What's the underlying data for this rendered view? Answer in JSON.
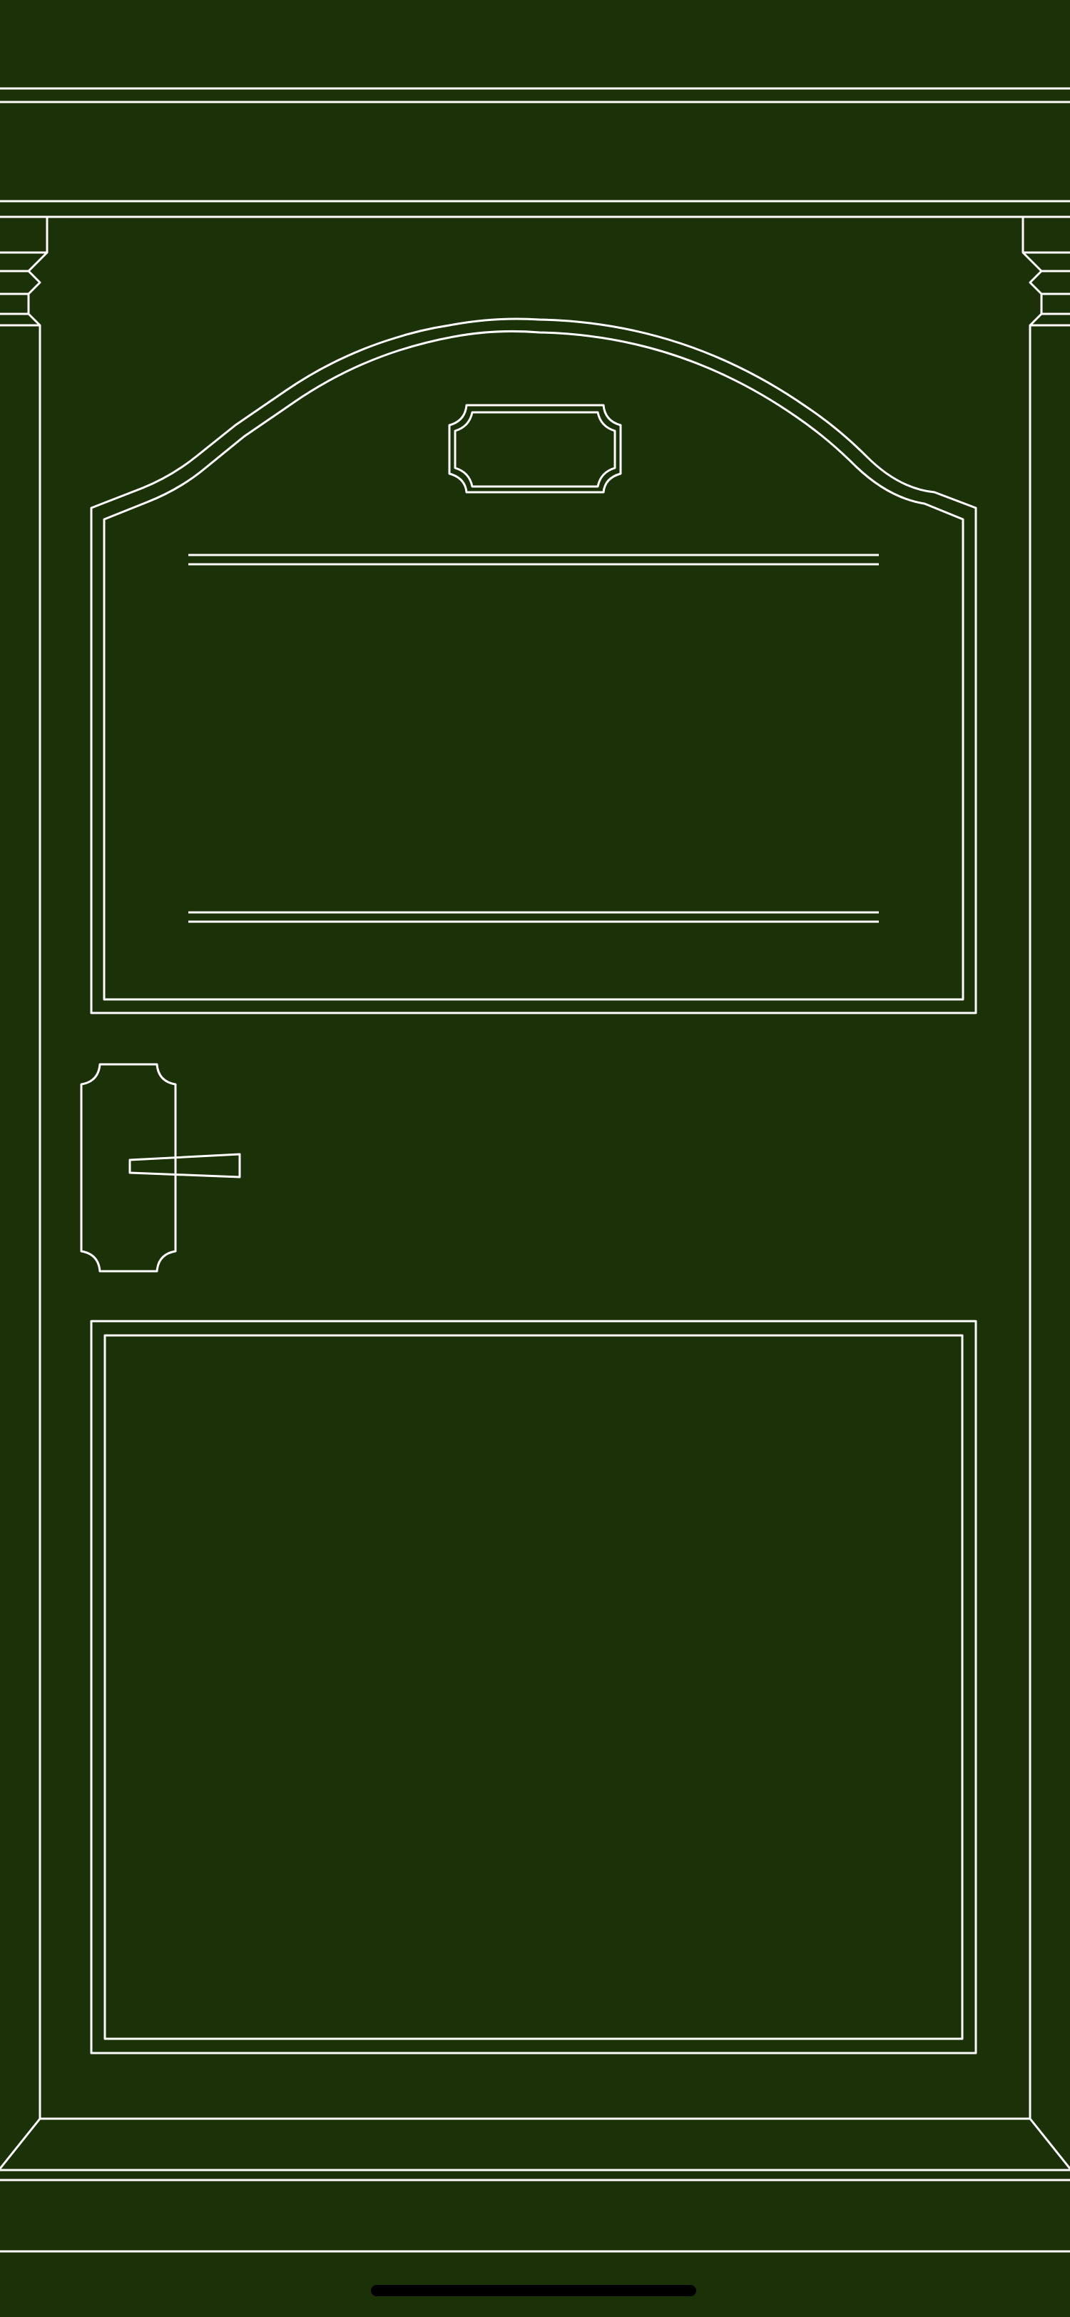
{
  "scene": {
    "subject": "door-front-elevation",
    "background_color": "#1b3107",
    "line_color": "#ffffff",
    "home_indicator_color": "#000000"
  },
  "elements": [
    {
      "name": "header-band",
      "icon": "door-header-icon"
    },
    {
      "name": "cornice",
      "icon": "cornice-icon"
    },
    {
      "name": "left-bracket",
      "icon": "bracket-icon"
    },
    {
      "name": "right-bracket",
      "icon": "bracket-icon"
    },
    {
      "name": "door-frame",
      "icon": "door-frame-icon"
    },
    {
      "name": "upper-arched-panel",
      "icon": "arched-panel-icon"
    },
    {
      "name": "nameplate",
      "icon": "nameplate-icon"
    },
    {
      "name": "door-handle",
      "icon": "door-handle-icon"
    },
    {
      "name": "lower-panel",
      "icon": "panel-icon"
    },
    {
      "name": "door-threshold",
      "icon": "threshold-icon"
    },
    {
      "name": "home-indicator",
      "icon": "home-indicator-icon"
    }
  ]
}
